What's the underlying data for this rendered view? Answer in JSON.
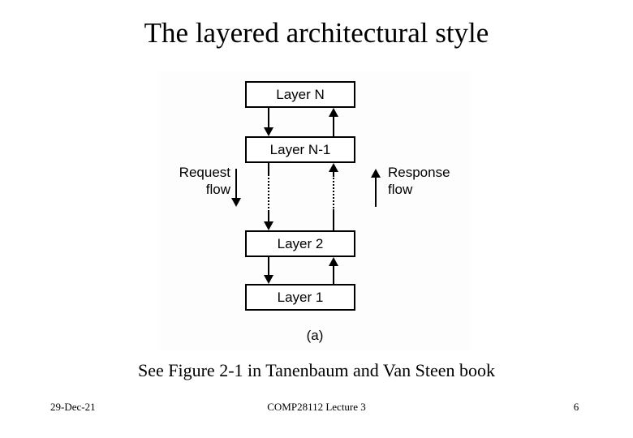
{
  "slide": {
    "title": "The layered architectural style",
    "reference_line": "See Figure 2-1 in Tanenbaum and Van Steen book"
  },
  "figure": {
    "caption": "(a)",
    "boxes": [
      {
        "id": "layer-n",
        "label": "Layer N"
      },
      {
        "id": "layer-nm1",
        "label": "Layer N-1"
      },
      {
        "id": "layer-2",
        "label": "Layer 2"
      },
      {
        "id": "layer-1",
        "label": "Layer 1"
      }
    ],
    "flows": [
      {
        "id": "request",
        "line1": "Request",
        "line2": "flow",
        "direction": "down",
        "arrow_glyph": "↓"
      },
      {
        "id": "response",
        "line1": "Response",
        "line2": "flow",
        "direction": "up",
        "arrow_glyph": "↑"
      }
    ]
  },
  "footer": {
    "date": "29-Dec-21",
    "course": "COMP28112 Lecture 3",
    "page_number": "6"
  },
  "colors": {
    "background": "#ffffff",
    "figure_background": "#fdfdfd",
    "ink": "#000000"
  }
}
